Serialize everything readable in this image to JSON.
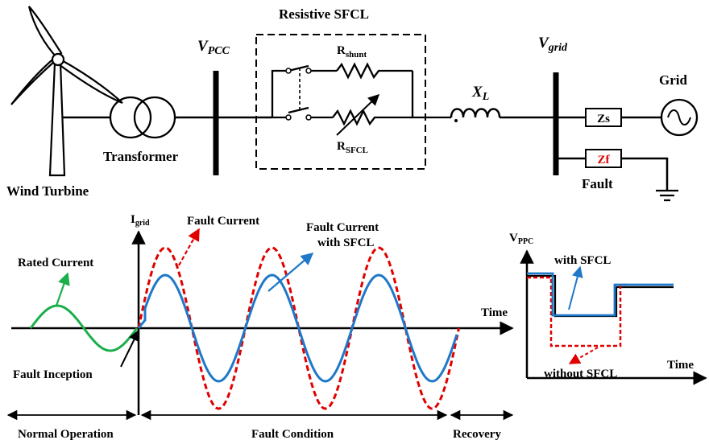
{
  "circuit": {
    "sfcl_title": "Resistive SFCL",
    "v_pcc": {
      "main": "V",
      "sub": "PCC"
    },
    "v_grid": {
      "main": "V",
      "sub": "grid"
    },
    "r_shunt": {
      "main": "R",
      "sub": "shunt"
    },
    "r_sfcl": {
      "main": "R",
      "sub": "SFCL"
    },
    "x_l": {
      "main": "X",
      "sub": "L"
    },
    "transformer": "Transformer",
    "wind_turbine": "Wind Turbine",
    "grid": "Grid",
    "zs": "Zs",
    "zf": "Zf",
    "fault": "Fault",
    "zf_color": "#e00000"
  },
  "current_plot": {
    "axis_label": {
      "main": "I",
      "sub": "grid"
    },
    "time_label": "Time",
    "rated_current": "Rated Current",
    "fault_current": "Fault Current",
    "fault_current_sfcl_1": "Fault Current",
    "fault_current_sfcl_2": "with SFCL",
    "fault_inception": "Fault Inception",
    "normal_operation": "Normal Operation",
    "fault_condition": "Fault Condition",
    "recovery": "Recovery",
    "colors": {
      "rated": "#1aaf4b",
      "sfcl": "#1f78c8",
      "fault": "#e00000"
    }
  },
  "voltage_plot": {
    "axis_label": {
      "main": "V",
      "sub": "PPC"
    },
    "with_sfcl": "with SFCL",
    "without_sfcl": "without SFCL",
    "time_label": "Time"
  }
}
